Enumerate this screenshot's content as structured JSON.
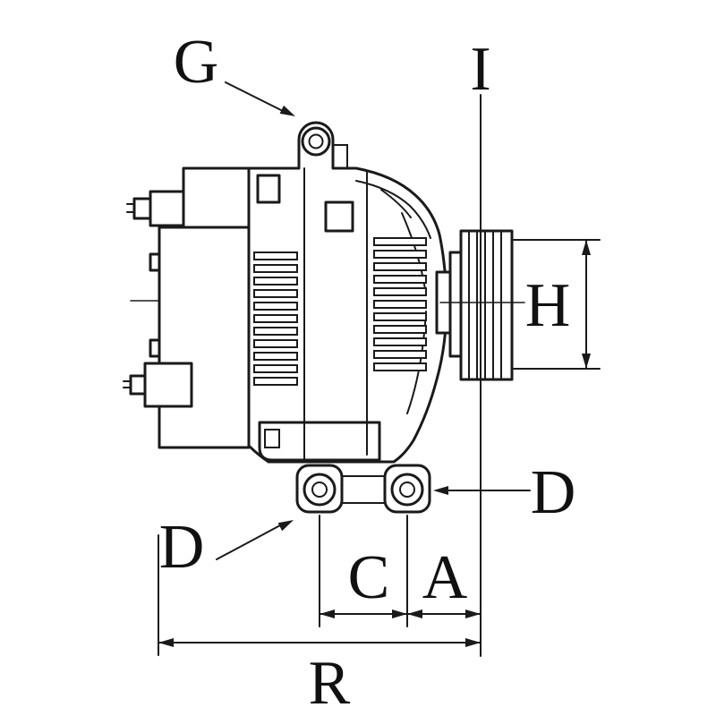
{
  "diagram": {
    "background_color": "#ffffff",
    "line_color": "#1a1a1a",
    "labels": {
      "g": "G",
      "i": "I",
      "h": "H",
      "d_right": "D",
      "d_left": "D",
      "c": "C",
      "a": "A",
      "r": "R"
    }
  }
}
